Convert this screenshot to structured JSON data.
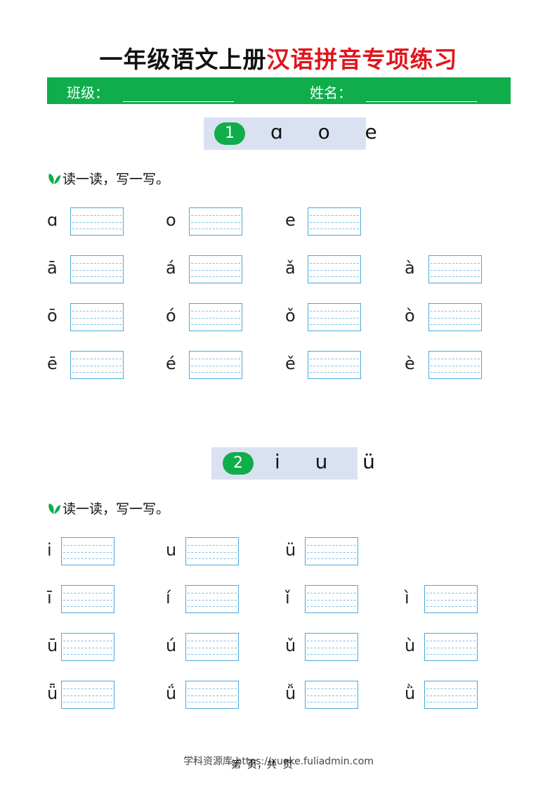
{
  "title": {
    "part1": "一年级语文上册",
    "part2": "汉语拼音专项练习"
  },
  "header_bar": {
    "class_label": "班级：",
    "name_label": "姓名：",
    "color": "#0fae4b"
  },
  "sections": [
    {
      "number": "1",
      "letters": "ɑ  o  e",
      "instruction": "读一读，写一写。",
      "rows": [
        [
          "ɑ",
          "o",
          "e"
        ],
        [
          "ā",
          "á",
          "ǎ",
          "à"
        ],
        [
          "ō",
          "ó",
          "ǒ",
          "ò"
        ],
        [
          "ē",
          "é",
          "ě",
          "è"
        ]
      ]
    },
    {
      "number": "2",
      "letters": "i  u  ü",
      "instruction": "读一读，写一写。",
      "rows": [
        [
          "i",
          "u",
          "ü"
        ],
        [
          "ī",
          "í",
          "ǐ",
          "ì"
        ],
        [
          "ū",
          "ú",
          "ǔ",
          "ù"
        ],
        [
          "ǖ",
          "ǘ",
          "ǚ",
          "ǜ"
        ]
      ]
    }
  ],
  "footer": {
    "source": "学科资源库 https://xueke.fuliadmin.com",
    "page": "第  页，共  页"
  },
  "icons": {
    "leaf": "leaf-icon"
  }
}
